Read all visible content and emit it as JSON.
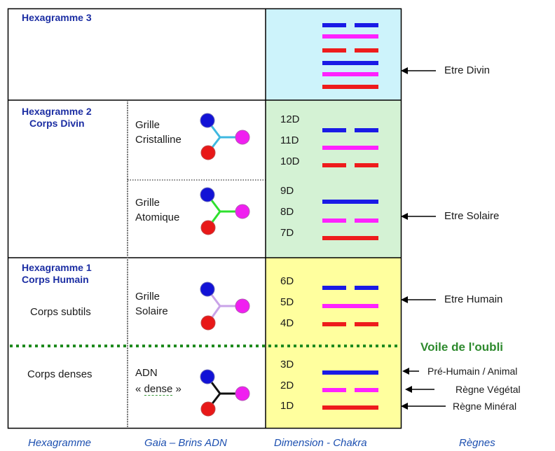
{
  "colors": {
    "blue": "#1a1ae6",
    "magenta": "#ff22ff",
    "red": "#ee1c1c",
    "cyan_bg": "#cdf3fb",
    "green_bg": "#d4f2d4",
    "yellow_bg": "#ffff9e",
    "veil_green": "#2e8a2e",
    "title_blue": "#1c2ea3"
  },
  "hex3": {
    "title": "Hexagramme 3"
  },
  "hex2": {
    "title_line1": "Hexagramme 2",
    "title_line2": "Corps Divin"
  },
  "hex1": {
    "title_line1": "Hexagramme 1",
    "title_line2": "Corps Humain",
    "subtle": "Corps subtils"
  },
  "dense_body": "Corps denses",
  "grids": {
    "cristalline": {
      "line1": "Grille",
      "line2": "Cristalline"
    },
    "atomique": {
      "line1": "Grille",
      "line2": "Atomique"
    },
    "solaire": {
      "line1": "Grille",
      "line2": "Solaire"
    },
    "adn": {
      "line1": "ADN",
      "line2_open": "« ",
      "line2_word": "dense",
      "line2_close": " »"
    }
  },
  "dimensions": [
    "12D",
    "11D",
    "10D",
    "9D",
    "8D",
    "7D",
    "6D",
    "5D",
    "4D",
    "3D",
    "2D",
    "1D"
  ],
  "regnes": {
    "divin": "Etre Divin",
    "solaire": "Etre Solaire",
    "humain": "Etre Humain",
    "animal": "Pré-Humain / Animal",
    "vegetal": "Règne Végétal",
    "mineral": "Règne Minéral"
  },
  "veil": "Voile de l'oubli",
  "footer": {
    "hexagramme": "Hexagramme",
    "gaia": "Gaia – Brins ADN",
    "dimension": "Dimension - Chakra",
    "regnes": "Règnes"
  },
  "hexagram_lines": {
    "hex3": [
      "broken-blue",
      "solid-magenta",
      "broken-red",
      "solid-blue",
      "solid-magenta",
      "solid-red"
    ],
    "crist": [
      "broken-blue",
      "solid-magenta",
      "broken-red"
    ],
    "atom": [
      "solid-blue",
      "broken-magenta",
      "solid-red"
    ],
    "sol": [
      "broken-blue",
      "solid-magenta",
      "broken-red"
    ],
    "adn": [
      "solid-blue",
      "broken-magenta",
      "solid-red"
    ]
  }
}
